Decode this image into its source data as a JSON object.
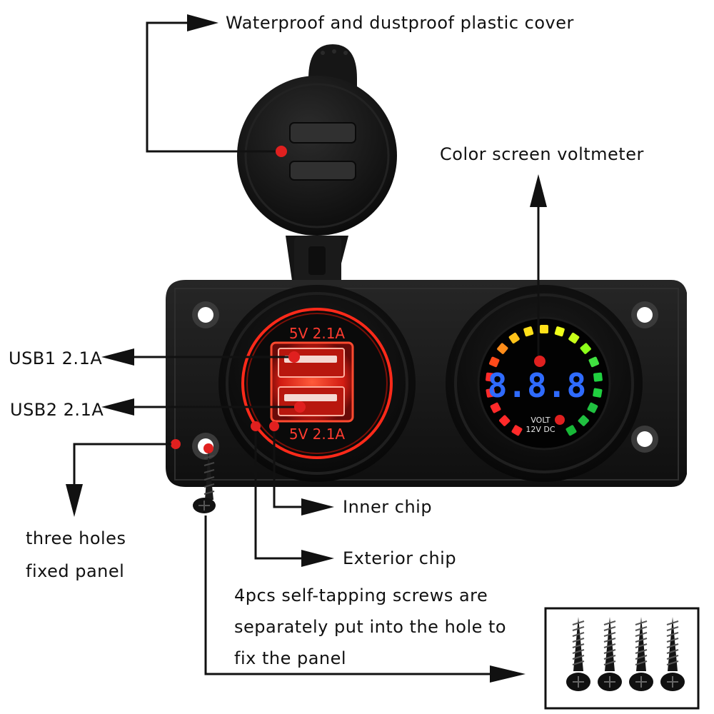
{
  "labels": {
    "cover": "Waterproof and dustproof plastic cover",
    "voltmeter": "Color screen voltmeter",
    "usb1": "USB1 2.1A",
    "usb2": "USB2 2.1A",
    "inner_chip": "Inner chip",
    "exterior_chip": "Exterior chip",
    "holes_line1": "three holes",
    "holes_line2": "fixed panel",
    "screws_line1": "4pcs self-tapping screws are",
    "screws_line2": "separately put into the hole to",
    "screws_line3": "fix the panel"
  },
  "product": {
    "usb_rating_top": "5V 2.1A",
    "usb_rating_bottom": "5V 2.1A",
    "voltmeter_digits": "8.8.8",
    "voltmeter_unit": "VOLT",
    "voltmeter_type": "12V DC"
  },
  "colors": {
    "accent_red": "#e0201f",
    "usb_glow": "#ff3b2f",
    "digit_blue": "#2f6bff",
    "panel": "#151515"
  },
  "screw_count": 4
}
